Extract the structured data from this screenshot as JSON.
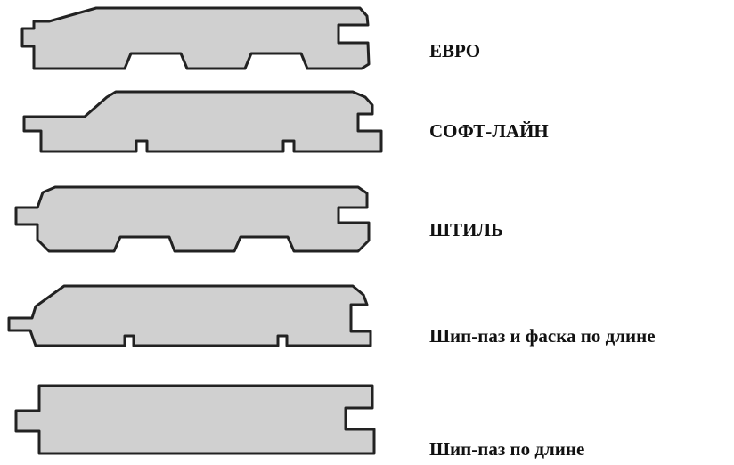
{
  "profiles": [
    {
      "id": "evro",
      "label": "ЕВРО"
    },
    {
      "id": "soft-line",
      "label": "СОФТ-ЛАЙН"
    },
    {
      "id": "shtil",
      "label": "ШТИЛЬ"
    },
    {
      "id": "shippaz-faska",
      "label": "Шип-паз и фаска по длине"
    },
    {
      "id": "shippaz",
      "label": "Шип-паз по длине"
    }
  ],
  "colors": {
    "board_fill": "#d0d0d0",
    "board_outline": "#222222",
    "label_text": "#111111",
    "background": "#ffffff"
  }
}
